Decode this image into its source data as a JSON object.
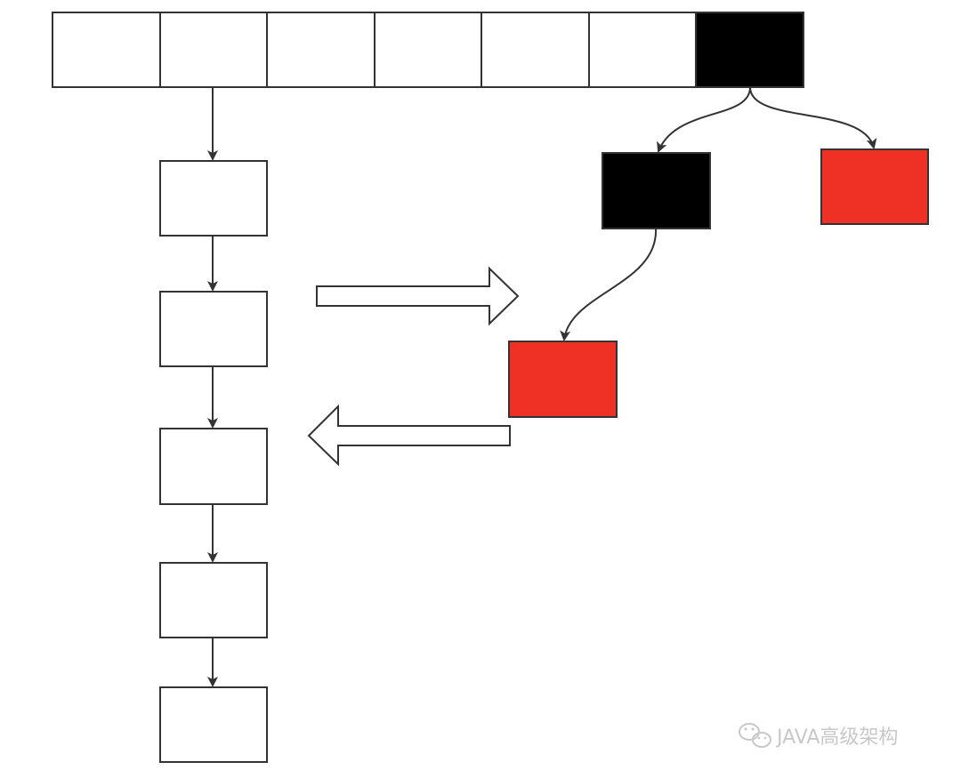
{
  "diagram": {
    "colors": {
      "stroke": "#333333",
      "empty_fill": "#ffffff",
      "black_fill": "#000000",
      "red_fill": "#ee3124",
      "watermark": "#c8c8c8"
    },
    "array_slots": [
      {
        "state": "empty"
      },
      {
        "state": "empty"
      },
      {
        "state": "empty"
      },
      {
        "state": "empty"
      },
      {
        "state": "empty"
      },
      {
        "state": "empty"
      },
      {
        "state": "black"
      }
    ],
    "linked_list_nodes": [
      {
        "state": "empty"
      },
      {
        "state": "empty"
      },
      {
        "state": "empty"
      },
      {
        "state": "empty"
      },
      {
        "state": "empty"
      }
    ],
    "tree_nodes": [
      {
        "role": "root-child-left",
        "state": "black"
      },
      {
        "role": "root-child-right",
        "state": "red"
      },
      {
        "role": "grandchild-left",
        "state": "red"
      }
    ],
    "transform_arrows": [
      {
        "direction": "right",
        "meaning": "list-to-tree"
      },
      {
        "direction": "left",
        "meaning": "tree-to-list"
      }
    ]
  },
  "watermark": {
    "icon": "wechat-icon",
    "text": "JAVA高级架构"
  }
}
